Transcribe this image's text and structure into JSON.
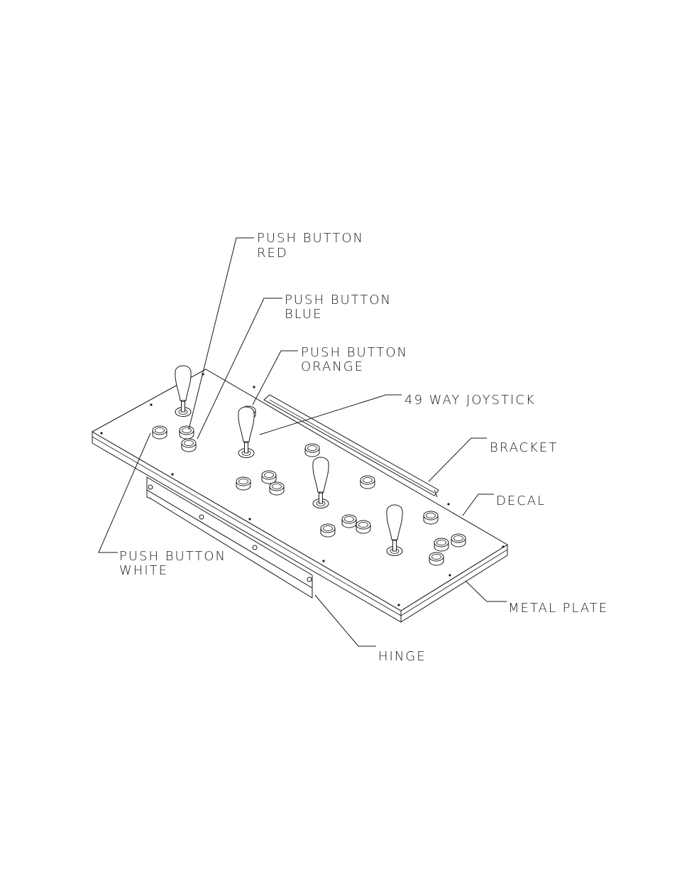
{
  "labels": {
    "push_button_red": [
      "PUSH  BUTTON",
      "RED"
    ],
    "push_button_blue": [
      "PUSH  BUTTON",
      "BLUE"
    ],
    "push_button_orange": [
      "PUSH  BUTTON",
      "ORANGE"
    ],
    "joystick_49_way": [
      "49  WAY  JOYSTICK"
    ],
    "bracket": [
      "BRACKET"
    ],
    "decal": [
      "DECAL"
    ],
    "push_button_white": [
      "PUSH  BUTTON",
      "WHITE"
    ],
    "metal_plate": [
      "METAL  PLATE"
    ],
    "hinge": [
      "HINGE"
    ]
  }
}
